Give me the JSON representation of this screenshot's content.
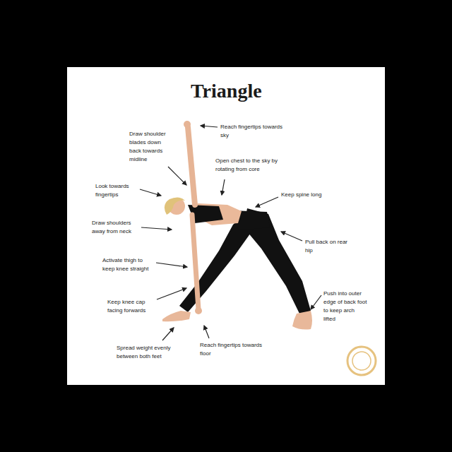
{
  "diagram": {
    "title": "Triangle",
    "labels": [
      "Reach fingertips towards sky",
      "Draw shoulder blades down back towards midline",
      "Open chest to the sky by rotating from core",
      "Look towards fingertips",
      "Keep spine long",
      "Draw shoulders away from neck",
      "Pull back on rear hip",
      "Activate thigh to keep knee straight",
      "Keep knee cap facing forwards",
      "Push into outer edge of back foot to keep arch lifted",
      "Spread weight evenly between both feet",
      "Reach fingertips towards floor"
    ]
  }
}
